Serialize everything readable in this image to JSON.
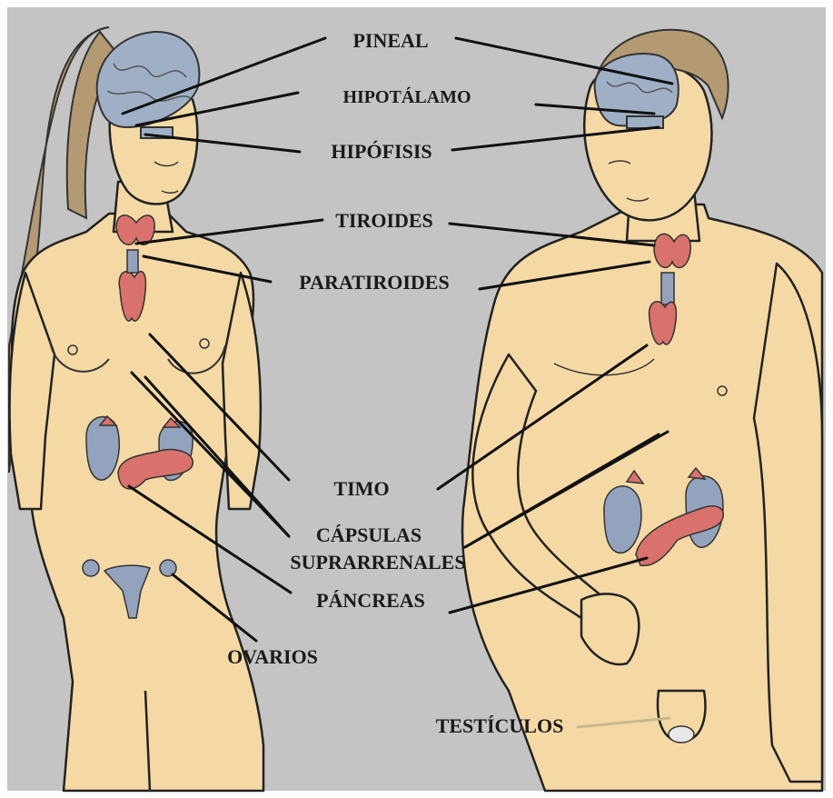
{
  "labels": {
    "pineal": "PINEAL",
    "hipotalamo": "HIPOTÁLAMO",
    "hipofisis": "HIPÓFISIS",
    "tiroides": "TIROIDES",
    "paratiroides": "PARATIROIDES",
    "timo": "TIMO",
    "capsulas_line1": "CÁPSULAS",
    "capsulas_line2": "SUPRARRENALES",
    "pancreas": "PÁNCREAS",
    "ovarios": "OVARIOS",
    "testiculos": "TESTÍCULOS"
  },
  "colors": {
    "background": "#c4c4c4",
    "skin": "#f4d9a4",
    "gland_red": "#d9726c",
    "gland_blue": "#93a3bd",
    "brain": "#9fb0c6"
  }
}
